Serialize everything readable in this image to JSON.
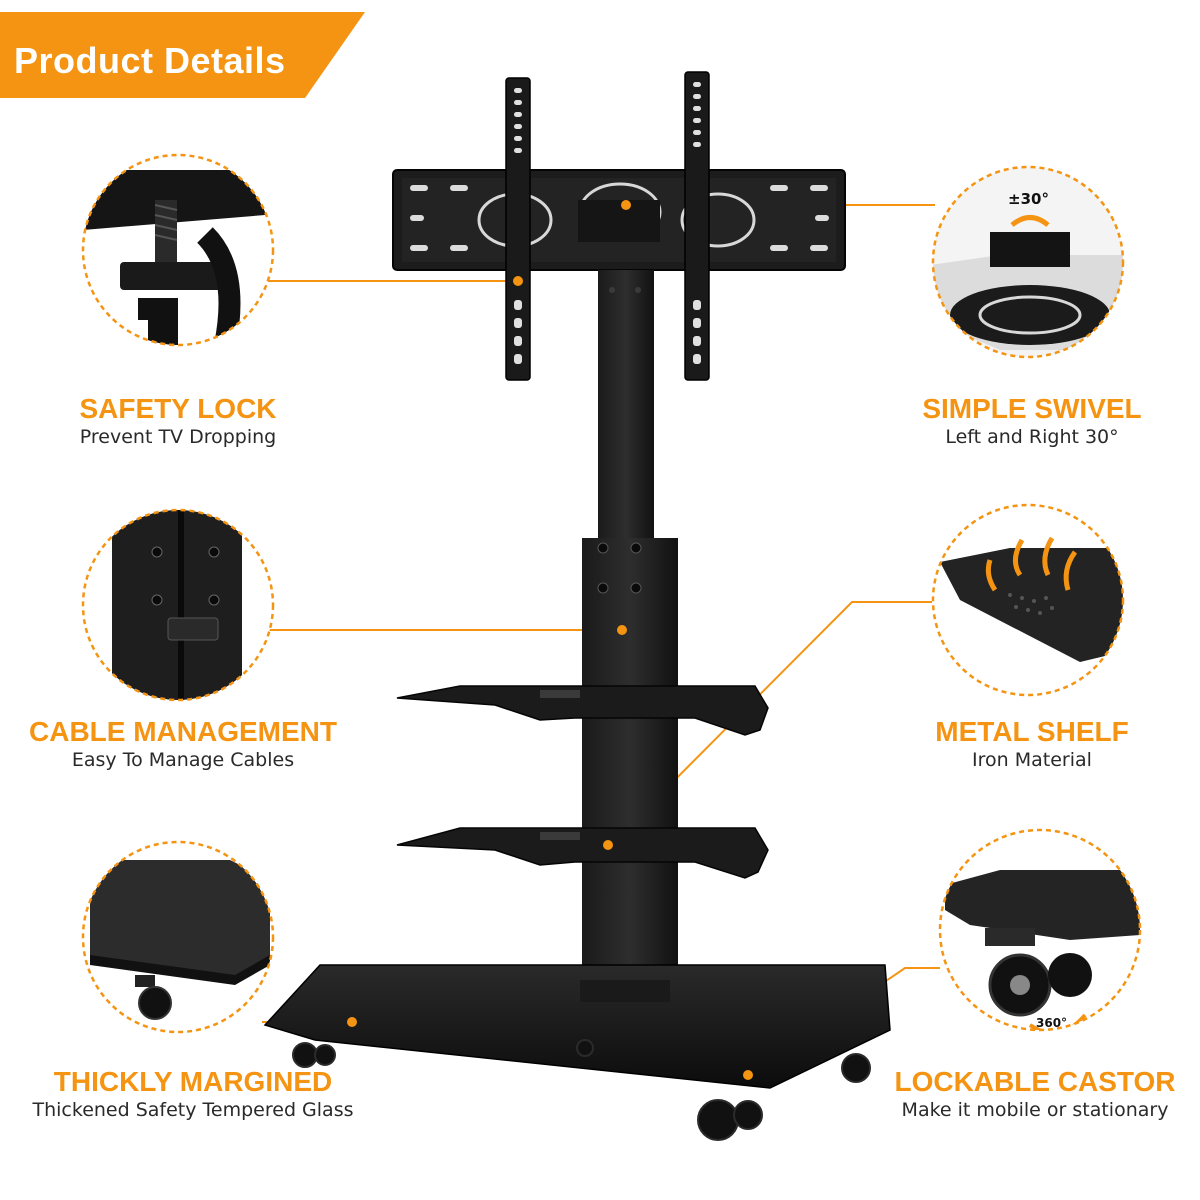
{
  "banner": {
    "title": "Product Details",
    "color": "#f49412"
  },
  "accent_color": "#f49412",
  "features": [
    {
      "title": "SAFETY LOCK",
      "subtitle": "Prevent TV Dropping"
    },
    {
      "title": "SIMPLE SWIVEL",
      "subtitle": "Left and Right 30°"
    },
    {
      "title": "CABLE MANAGEMENT",
      "subtitle": "Easy To Manage Cables"
    },
    {
      "title": "METAL SHELF",
      "subtitle": "Iron Material"
    },
    {
      "title": "THICKLY MARGINED",
      "subtitle": "Thickened Safety Tempered Glass"
    },
    {
      "title": "LOCKABLE CASTOR",
      "subtitle": "Make it mobile or stationary"
    }
  ],
  "detail_labels": {
    "swivel_angle": "±30°",
    "castor_rotation": "360°"
  }
}
